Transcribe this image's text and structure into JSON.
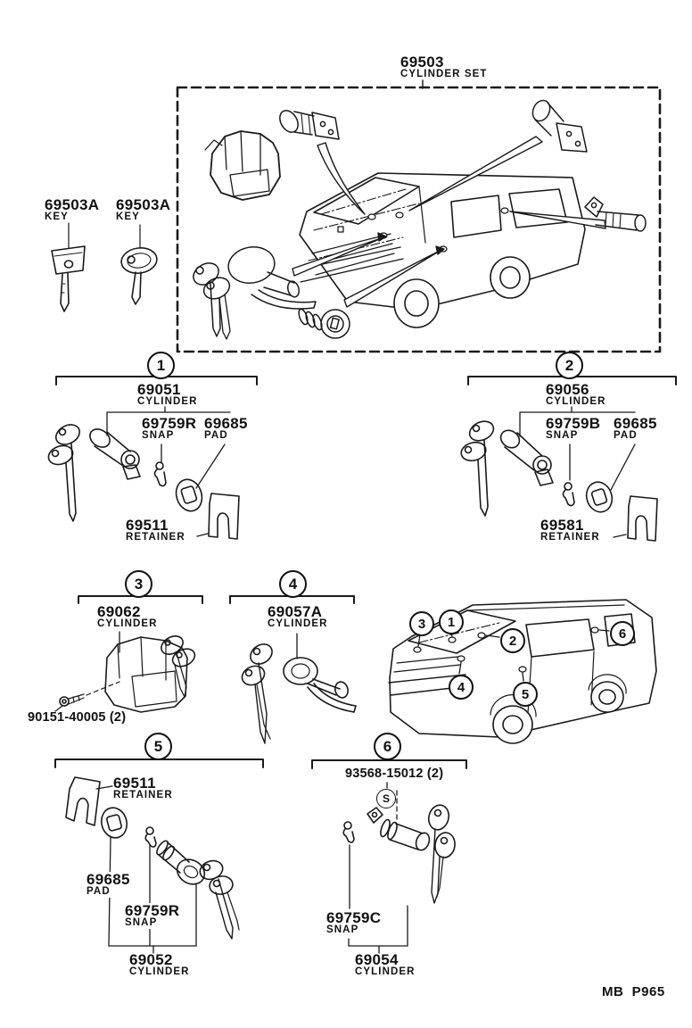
{
  "page": {
    "footer_code": "MB  P965"
  },
  "cylinder_set": {
    "part_no": "69503",
    "name": "CYLINDER SET"
  },
  "keys": {
    "left": {
      "part_no": "69503A",
      "name": "KEY"
    },
    "right": {
      "part_no": "69503A",
      "name": "KEY"
    }
  },
  "groups": {
    "g1": {
      "callout": "1",
      "cylinder": {
        "part_no": "69051",
        "name": "CYLINDER"
      },
      "snap": {
        "part_no": "69759R",
        "name": "SNAP"
      },
      "pad": {
        "part_no": "69685",
        "name": "PAD"
      },
      "retainer": {
        "part_no": "69511",
        "name": "RETAINER"
      }
    },
    "g2": {
      "callout": "2",
      "cylinder": {
        "part_no": "69056",
        "name": "CYLINDER"
      },
      "snap": {
        "part_no": "69759B",
        "name": "SNAP"
      },
      "pad": {
        "part_no": "69685",
        "name": "PAD"
      },
      "retainer": {
        "part_no": "69581",
        "name": "RETAINER"
      }
    },
    "g3": {
      "callout": "3",
      "cylinder": {
        "part_no": "69062",
        "name": "CYLINDER"
      },
      "screw": {
        "part_no": "90151-40005 (2)"
      }
    },
    "g4": {
      "callout": "4",
      "cylinder": {
        "part_no": "69057A",
        "name": "CYLINDER"
      }
    },
    "g5": {
      "callout": "5",
      "retainer": {
        "part_no": "69511",
        "name": "RETAINER"
      },
      "pad": {
        "part_no": "69685",
        "name": "PAD"
      },
      "snap": {
        "part_no": "69759R",
        "name": "SNAP"
      },
      "cylinder": {
        "part_no": "69052",
        "name": "CYLINDER"
      }
    },
    "g6": {
      "callout": "6",
      "bolt": {
        "part_no": "93568-15012 (2)",
        "marker": "S"
      },
      "snap": {
        "part_no": "69759C",
        "name": "SNAP"
      },
      "cylinder": {
        "part_no": "69054",
        "name": "CYLINDER"
      }
    }
  },
  "van_callouts": {
    "c1": "1",
    "c2": "2",
    "c3": "3",
    "c4": "4",
    "c5": "5",
    "c6": "6"
  }
}
